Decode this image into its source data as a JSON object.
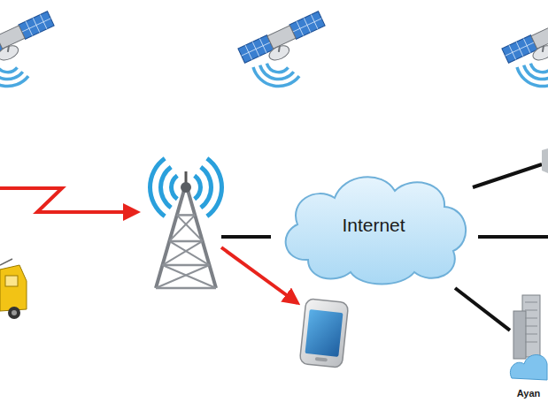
{
  "diagram": {
    "nodes": [
      {
        "text": [
          "Internet"
        ]
      },
      {
        "text": [
          "Ayan"
        ]
      }
    ],
    "edges": [
      {
        "from": 0,
        "to": 1,
        "arrow": "none"
      }
    ]
  }
}
